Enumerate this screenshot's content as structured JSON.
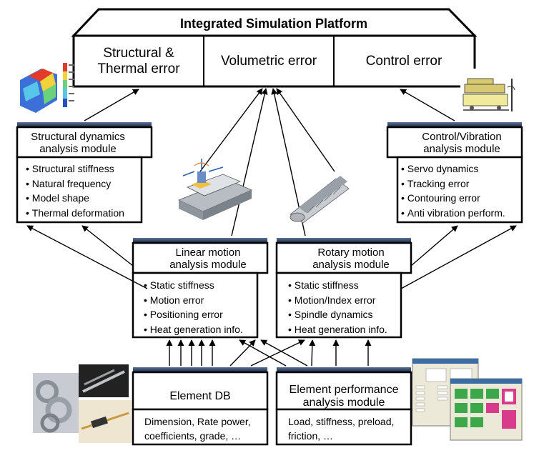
{
  "platform": {
    "title": "Integrated Simulation Platform",
    "cells": [
      "Structural &\nThermal error",
      "Volumetric error",
      "Control error"
    ]
  },
  "structural": {
    "title": "Structural dynamics\nanalysis module",
    "items": [
      "Structural stiffness",
      "Natural frequency",
      "Model shape",
      "Thermal deformation"
    ]
  },
  "control": {
    "title": "Control/Vibration\nanalysis module",
    "items": [
      "Servo dynamics",
      "Tracking error",
      "Contouring error",
      "Anti vibration perform."
    ]
  },
  "linear": {
    "title": "Linear motion\nanalysis module",
    "items": [
      "Static stiffness",
      "Motion error",
      "Positioning error",
      "Heat generation info."
    ]
  },
  "rotary": {
    "title": "Rotary motion\nanalysis module",
    "items": [
      "Static stiffness",
      "Motion/Index error",
      "Spindle dynamics",
      "Heat generation info."
    ]
  },
  "element_db": {
    "title": "Element DB",
    "text": "Dimension, Rate power,\ncoefficients, grade, …"
  },
  "element_perf": {
    "title": "Element performance\nanalysis module",
    "text": "Load, stiffness, preload,\nfriction, …"
  },
  "colors": {
    "header_blue": "#1c2f52",
    "line": "#000000"
  }
}
